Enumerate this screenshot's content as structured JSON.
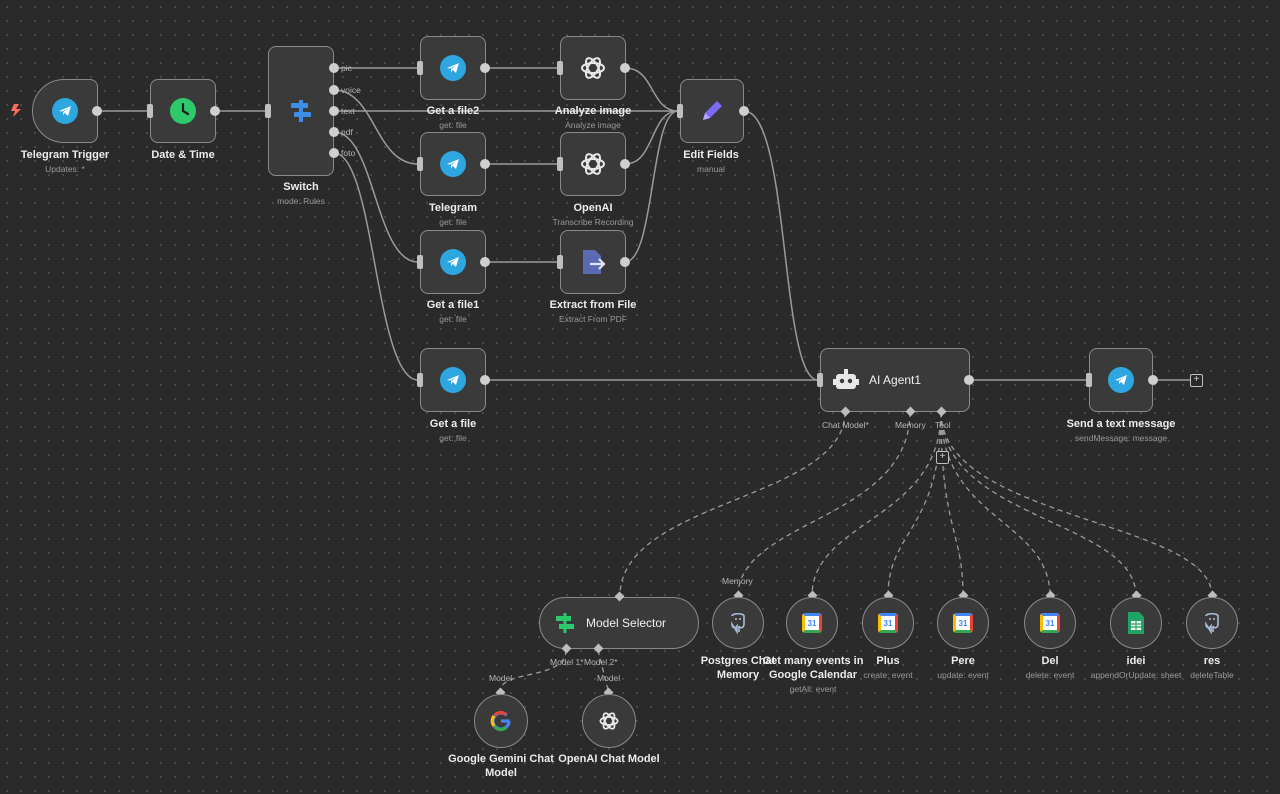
{
  "colors": {
    "accent": "#ff6d5a",
    "telegram": "#2ea6e0",
    "clock": "#2ec96b",
    "switch": "#3b8fe8",
    "pen": "#7c6af5",
    "extract": "#5a6bb3"
  },
  "nodes": {
    "telegram_trigger": {
      "title": "Telegram Trigger",
      "subtitle": "Updates: *",
      "icon": "telegram-icon"
    },
    "date_time": {
      "title": "Date & Time",
      "icon": "clock-icon"
    },
    "switch": {
      "title": "Switch",
      "subtitle": "mode: Rules",
      "icon": "switch-icon",
      "outputs": [
        "pic",
        "voice",
        "text",
        "pdf",
        "foto"
      ]
    },
    "get_a_file2": {
      "title": "Get a file2",
      "subtitle": "get: file",
      "icon": "telegram-icon"
    },
    "analyze_image": {
      "title": "Analyze image",
      "subtitle": "Analyze image",
      "icon": "openai-icon"
    },
    "telegram": {
      "title": "Telegram",
      "subtitle": "get: file",
      "icon": "telegram-icon"
    },
    "openai": {
      "title": "OpenAI",
      "subtitle": "Transcribe Recording",
      "icon": "openai-icon"
    },
    "get_a_file1": {
      "title": "Get a file1",
      "subtitle": "get: file",
      "icon": "telegram-icon"
    },
    "extract_from_file": {
      "title": "Extract from File",
      "subtitle": "Extract From PDF",
      "icon": "extract-icon"
    },
    "edit_fields": {
      "title": "Edit Fields",
      "subtitle": "manual",
      "icon": "pen-icon"
    },
    "get_a_file": {
      "title": "Get a file",
      "subtitle": "get: file",
      "icon": "telegram-icon"
    },
    "ai_agent": {
      "title": "AI Agent1",
      "icon": "robot-icon",
      "ports": [
        "Chat Model*",
        "Memory",
        "Tool"
      ]
    },
    "send_message": {
      "title": "Send a text message",
      "subtitle": "sendMessage: message",
      "icon": "telegram-icon"
    },
    "model_selector": {
      "title": "Model Selector",
      "icon": "signpost-icon",
      "ports": [
        "Model 1*",
        "Model 2*"
      ],
      "top_port": ""
    },
    "gemini": {
      "title": "Google Gemini Chat Model",
      "port": "Model",
      "icon": "google-icon"
    },
    "openai_chat": {
      "title": "OpenAI Chat Model",
      "port": "Model",
      "icon": "openai-icon"
    },
    "postgres_memory": {
      "title": "Postgres Chat Memory",
      "port": "Memory",
      "icon": "postgres-icon"
    },
    "gcal_getmany": {
      "title": "Get many events in Google Calendar",
      "subtitle": "getAll: event",
      "icon": "google-calendar-icon"
    },
    "plus": {
      "title": "Plus",
      "subtitle": "create: event",
      "icon": "google-calendar-icon"
    },
    "pere": {
      "title": "Pere",
      "subtitle": "update: event",
      "icon": "google-calendar-icon"
    },
    "del": {
      "title": "Del",
      "subtitle": "delete: event",
      "icon": "google-calendar-icon"
    },
    "idei": {
      "title": "idei",
      "subtitle": "appendOrUpdate: sheet",
      "icon": "google-sheets-icon"
    },
    "res": {
      "title": "res",
      "subtitle": "deleteTable",
      "icon": "postgres-icon"
    }
  },
  "gcal_day": "31",
  "add_symbol": "+"
}
